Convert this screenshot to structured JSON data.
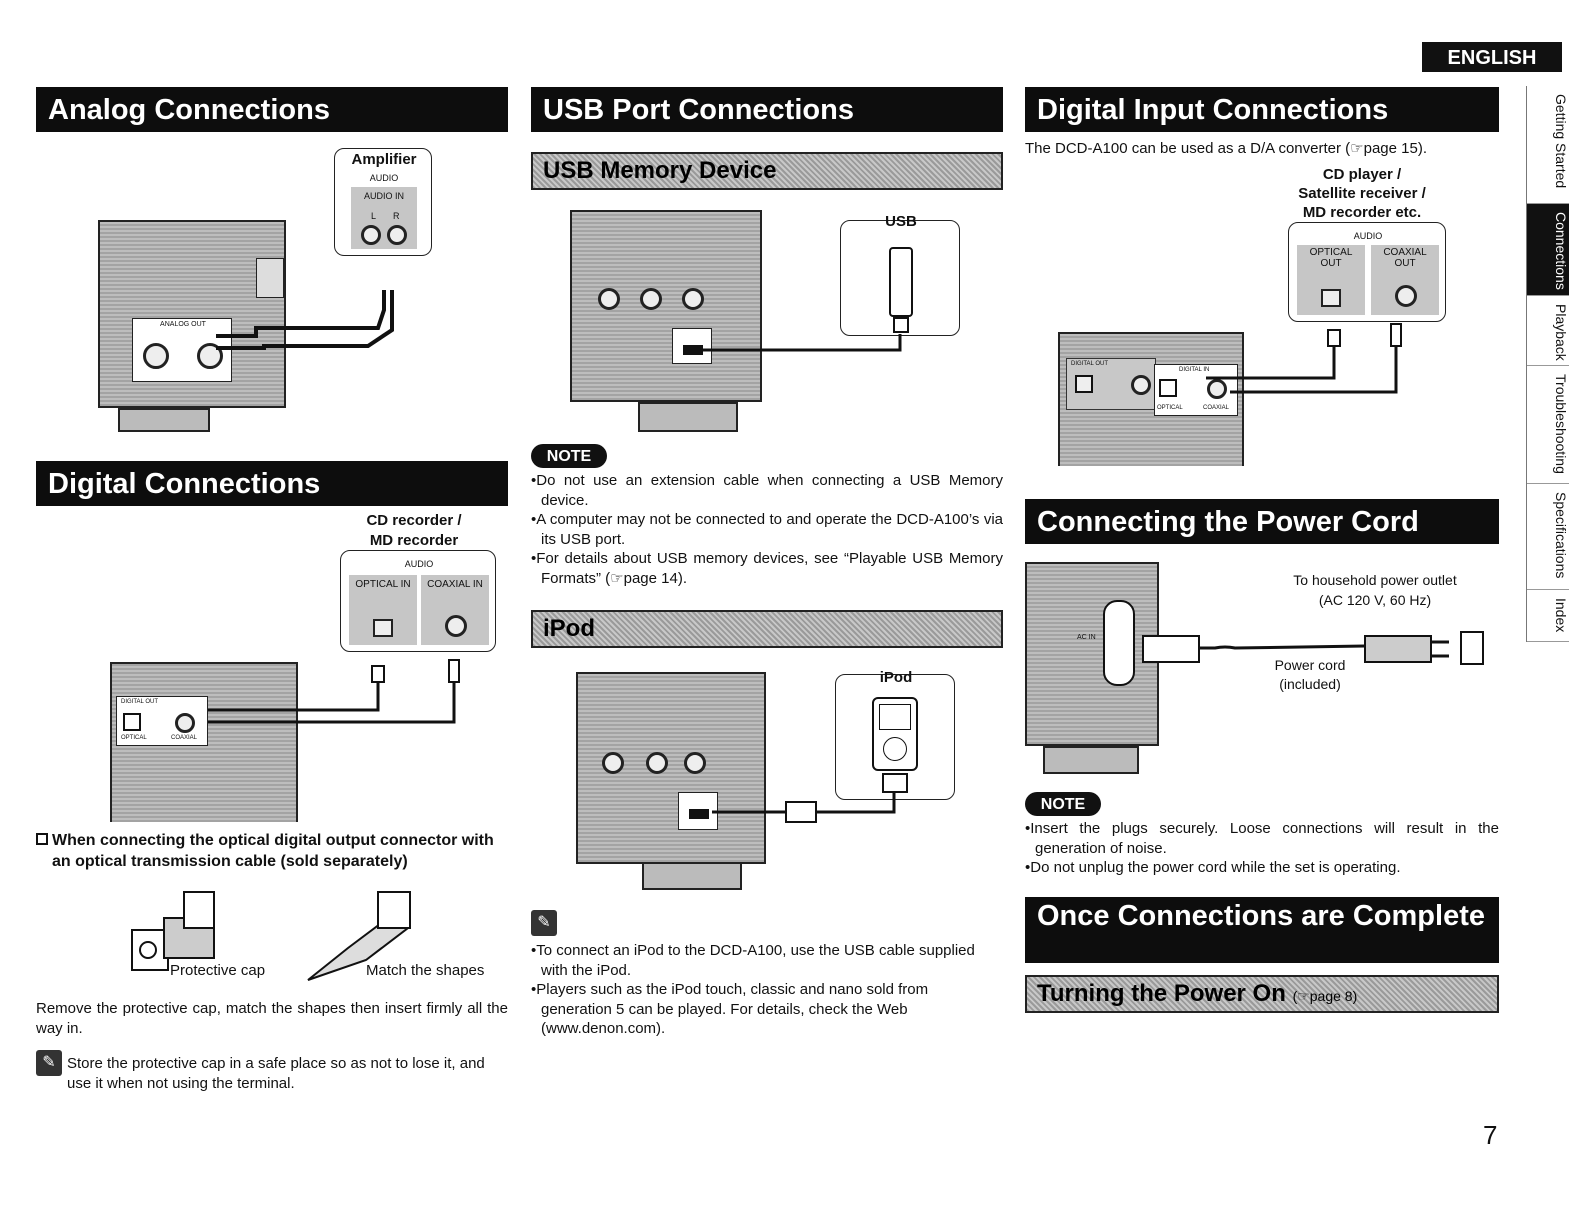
{
  "language_tab": "ENGLISH",
  "side_tabs": [
    "Getting Started",
    "Connections",
    "Playback",
    "Troubleshooting",
    "Specifications",
    "Index"
  ],
  "active_tab": "Connections",
  "page_number": "7",
  "analog": {
    "title": "Analog Connections",
    "amplifier_label": "Amplifier",
    "audio_label": "AUDIO",
    "audio_in_label": "AUDIO IN",
    "l_label": "L",
    "r_label": "R",
    "analog_out_label": "ANALOG OUT"
  },
  "digital": {
    "title": "Digital Connections",
    "device_label_1": "CD recorder /",
    "device_label_2": "MD recorder",
    "audio_label": "AUDIO",
    "optical_in": "OPTICAL IN",
    "coaxial_in": "COAXIAL IN",
    "digital_out_label": "DIGITAL OUT",
    "optical_label": "OPTICAL",
    "coaxial_label": "COAXIAL",
    "optical_heading": "When connecting the optical digital output connector with an optical transmission cable (sold separately)",
    "protective_cap": "Protective cap",
    "match_shapes": "Match the shapes",
    "instruction": "Remove the protective cap, match the shapes then insert firmly all the way in.",
    "tip": "Store the protective cap in a safe place so as not to lose it, and use it when not using the terminal."
  },
  "usb": {
    "title": "USB Port Connections",
    "memory_heading": "USB Memory Device",
    "usb_label": "USB",
    "note_badge": "NOTE",
    "notes": [
      "Do not use an extension cable when connecting a USB Memory device.",
      "A computer may not be connected to and operate the DCD-A100’s via its USB port.",
      "For details about USB memory devices, see “Playable USB Memory Formats” (☞page 14)."
    ],
    "ipod_heading": "iPod",
    "ipod_label": "iPod",
    "ipod_notes": [
      "To connect an iPod to the DCD-A100, use the USB cable supplied with the iPod.",
      "Players such as the iPod touch, classic and nano sold from generation 5 can be played. For details, check the Web (www.denon.com)."
    ]
  },
  "digital_input": {
    "title": "Digital Input Connections",
    "intro": "The DCD-A100 can be used as a D/A converter (☞page 15).",
    "device_label_1": "CD player /",
    "device_label_2": "Satellite receiver /",
    "device_label_3": "MD recorder etc.",
    "audio_label": "AUDIO",
    "optical_out": "OPTICAL OUT",
    "coaxial_out": "COAXIAL OUT",
    "digital_in_label": "DIGITAL IN",
    "digital_out_label": "DIGITAL OUT",
    "optical_label": "OPTICAL",
    "coaxial_label": "COAXIAL"
  },
  "power": {
    "title": "Connecting the Power Cord",
    "outlet_label_1": "To household power outlet",
    "outlet_label_2": "(AC 120 V, 60 Hz)",
    "cord_label_1": "Power cord",
    "cord_label_2": "(included)",
    "ac_in": "AC IN",
    "note_badge": "NOTE",
    "notes": [
      "Insert the plugs securely. Loose connections will result in the generation of noise.",
      "Do not unplug the power cord while the set is operating."
    ]
  },
  "complete": {
    "title": "Once Connections are Complete",
    "power_on_heading": "Turning the Power On",
    "power_on_ref": "(☞page 8)"
  }
}
